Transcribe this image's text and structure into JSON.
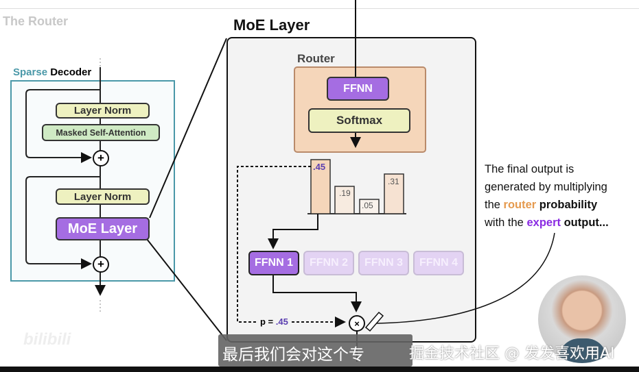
{
  "slide_title": "The Router",
  "decoder": {
    "label_accent": "Sparse",
    "label": "Decoder",
    "layer_norm_1": "Layer Norm",
    "attention": "Masked Self-Attention",
    "layer_norm_2": "Layer Norm",
    "moe": "MoE Layer"
  },
  "moe_panel": {
    "title": "MoE Layer",
    "router_label": "Router",
    "ffnn": "FFNN",
    "softmax": "Softmax",
    "probabilities": [
      ".45",
      ".19",
      ".05",
      ".31"
    ],
    "experts": [
      "FFNN 1",
      "FFNN 2",
      "FFNN 3",
      "FFNN 4"
    ],
    "p_label": "p =",
    "p_value": ".45"
  },
  "explanation": {
    "line1": "The final output is",
    "line2": "generated by multiplying",
    "the": "the",
    "router": "router",
    "probability": "probability",
    "with_the": "with the",
    "expert": "expert",
    "output": "output..."
  },
  "subtitle": "最后我们会对这个专",
  "watermark": "掘金技术社区 @ 发发喜欢用AI",
  "logo": "bilibili",
  "colors": {
    "purple": "#a56de2",
    "router_bg": "#f5d6ba",
    "router_text": "#e59a4e",
    "expert_text": "#8a2be2",
    "teal": "#4a98a8",
    "yellow": "#eef1c0",
    "green": "#cfeac4"
  }
}
